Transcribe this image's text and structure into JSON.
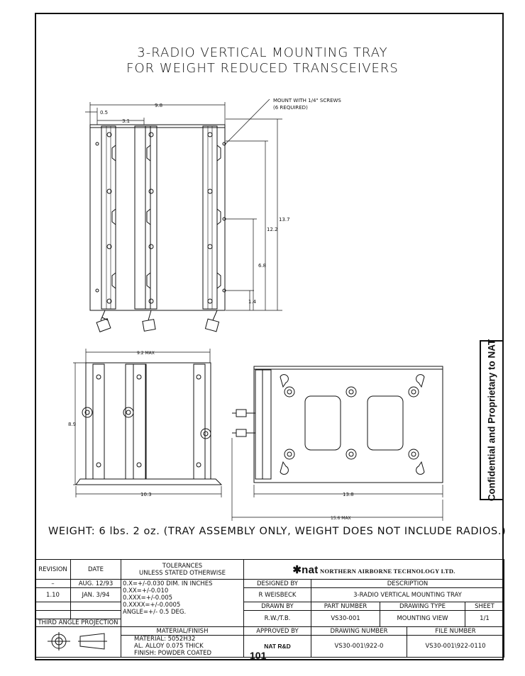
{
  "title": {
    "line1": "3-RADIO VERTICAL MOUNTING TRAY",
    "line2": "FOR WEIGHT REDUCED TRANSCEIVERS"
  },
  "top_view": {
    "dims": {
      "width": "9.8",
      "edge": "0.5",
      "spacing": "3.1",
      "height_total": "13.7",
      "h1": "12.2",
      "h2": "6.8",
      "h3": "1.4"
    },
    "note_line1": "MOUNT WITH 1/4\" SCREWS",
    "note_line2": "(6 REQUIRED)"
  },
  "front_view": {
    "dims": {
      "max_width": "9.2 MAX",
      "height": "8.9",
      "base": "10.3"
    }
  },
  "side_view": {
    "dims": {
      "depth": "13.8",
      "max_depth": "15.6 MAX"
    }
  },
  "weight_note": "WEIGHT:  6  lbs.  2  oz.  (TRAY ASSEMBLY ONLY, WEIGHT DOES NOT INCLUDE RADIOS.)",
  "confidential": "Confidential and Proprietary to NAT",
  "title_block": {
    "revision_header": "REVISION",
    "date_header": "DATE",
    "tol_line1": "TOLERANCES",
    "tol_line2": "UNLESS STATED OTHERWISE",
    "revisions": [
      {
        "rev": "–",
        "date": "AUG. 12/93"
      },
      {
        "rev": "1.10",
        "date": "JAN. 3/94"
      }
    ],
    "tolerances": [
      "0.X=+/-0.030   DIM. IN INCHES",
      "0.XX=+/-0.010",
      "0.XXX=+/-0.005",
      "0.XXXX=+/-0.0005",
      "ANGLE=+/- 0.5 DEG."
    ],
    "projection": "THIRD ANGLE PROJECTION",
    "material_header": "MATERIAL/FINISH",
    "material": [
      "MATERIAL: 5052H32",
      "AL. ALLOY 0.075 THICK",
      "FINISH: POWDER COATED"
    ],
    "company_logo": "✱nat",
    "company": "NORTHERN AIRBORNE TECHNOLOGY LTD.",
    "designed_by_label": "DESIGNED BY",
    "designed_by": "R WEISBECK",
    "description_label": "DESCRIPTION",
    "description": "3-RADIO VERTICAL MOUNTING TRAY",
    "drawn_by_label": "DRAWN BY",
    "drawn_by": "R.W./T.B.",
    "part_number_label": "PART NUMBER",
    "part_number": "VS30-001",
    "drawing_type_label": "DRAWING TYPE",
    "drawing_type": "MOUNTING VIEW",
    "sheet_label": "SHEET",
    "sheet": "1/1",
    "approved_by_label": "APPROVED BY",
    "approved_by": "NAT R&D",
    "drawing_number_label": "DRAWING NUMBER",
    "drawing_number": "VS30-001\\922-0",
    "file_number_label": "FILE NUMBER",
    "file_number": "VS30-001\\922-0110"
  },
  "page_number": "101"
}
